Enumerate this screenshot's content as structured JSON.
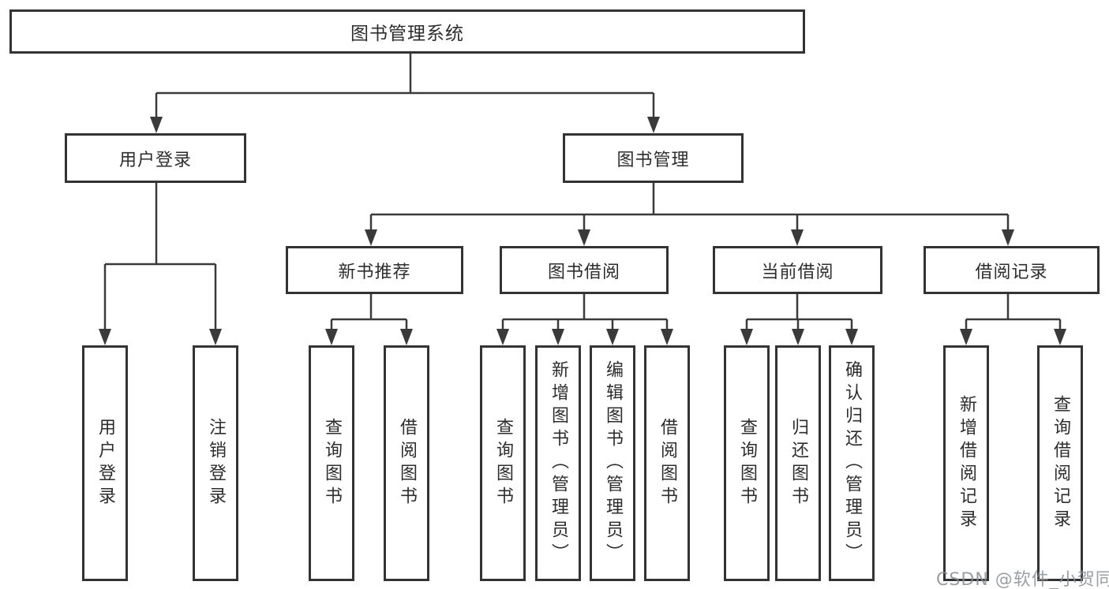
{
  "diagram": {
    "title": "图书管理系统",
    "root": {
      "label": "图书管理系统"
    },
    "branches": [
      {
        "label": "用户登录",
        "children": [
          {
            "label": "用户登录"
          },
          {
            "label": "注销登录"
          }
        ]
      },
      {
        "label": "图书管理",
        "children": [
          {
            "label": "新书推荐",
            "children": [
              {
                "label": "查询图书"
              },
              {
                "label": "借阅图书"
              }
            ]
          },
          {
            "label": "图书借阅",
            "children": [
              {
                "label": "查询图书"
              },
              {
                "label": "新增图书（管理员）"
              },
              {
                "label": "编辑图书（管理员）"
              },
              {
                "label": "借阅图书"
              }
            ]
          },
          {
            "label": "当前借阅",
            "children": [
              {
                "label": "查询图书"
              },
              {
                "label": "归还图书"
              },
              {
                "label": "确认归还（管理员）"
              }
            ]
          },
          {
            "label": "借阅记录",
            "children": [
              {
                "label": "新增借阅记录"
              },
              {
                "label": "查询借阅记录"
              }
            ]
          }
        ]
      }
    ]
  },
  "watermark": {
    "text": "CSDN @软件_小贺同学"
  },
  "colors": {
    "line": "#3a3a3a",
    "box_border": "#333333",
    "text": "#2d2d2d",
    "watermark": "#8a8e94"
  }
}
